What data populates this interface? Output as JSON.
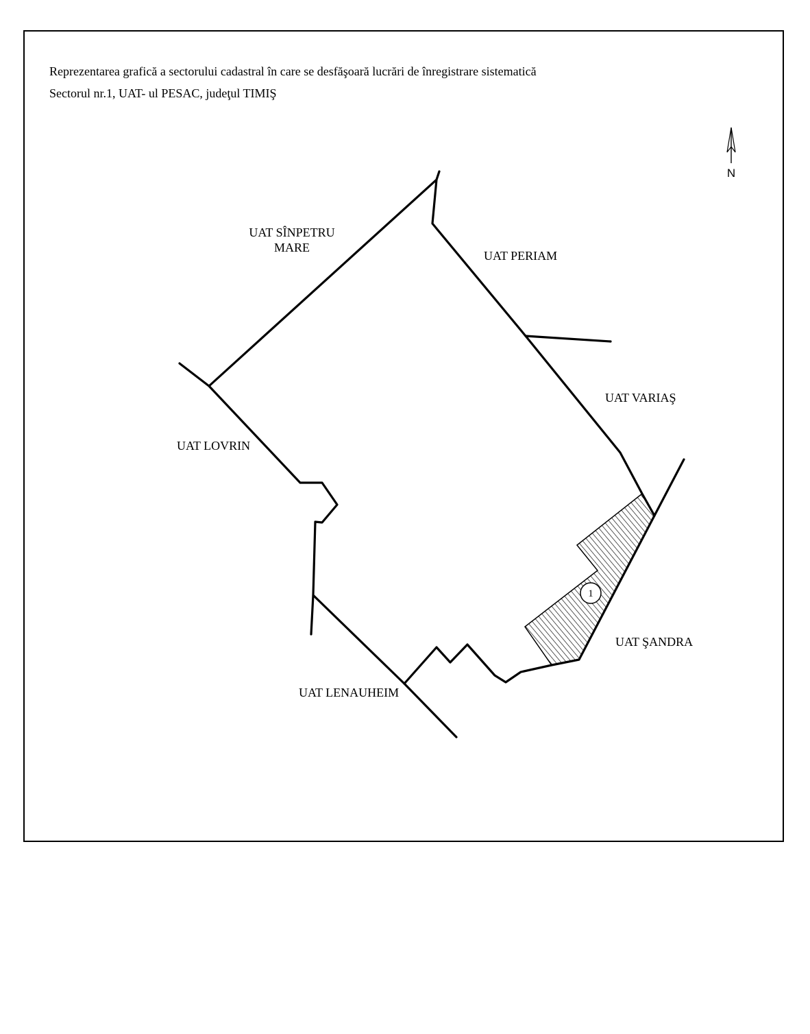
{
  "title": {
    "line1": "Reprezentarea grafică a sectorului  cadastral în care  se desfăşoară lucrări de înregistrare sistematică",
    "line2": "Sectorul  nr.1, UAT- ul PESAC, judeţul TIMIŞ"
  },
  "north_arrow": {
    "letter": "N"
  },
  "neighbors": {
    "sinpetru_mare_line1": "UAT SÎNPETRU",
    "sinpetru_mare_line2": "MARE",
    "periam": "UAT PERIAM",
    "varias": "UAT VARIAŞ",
    "lovrin": "UAT LOVRIN",
    "sandra": "UAT ŞANDRA",
    "lenauheim": "UAT LENAUHEIM"
  },
  "sector": {
    "number": "1"
  },
  "colors": {
    "line": "#000000",
    "background": "#ffffff"
  }
}
